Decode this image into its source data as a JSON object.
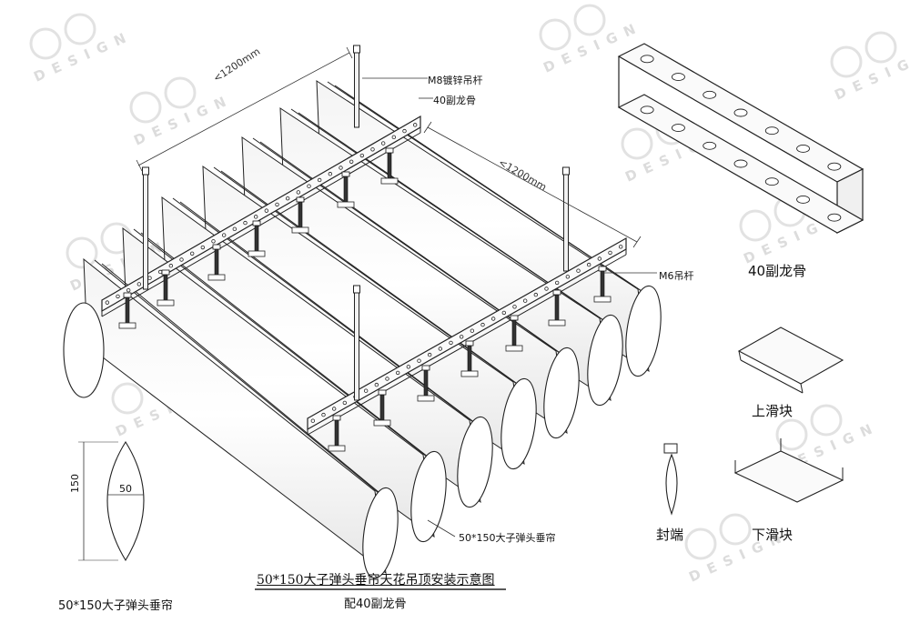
{
  "watermark": "DESIGN",
  "labels": {
    "rod_top": "M8镀锌吊杆",
    "keel_top": "40副龙骨",
    "rod_m6": "M6吊杆",
    "dim_1200_a": "<1200mm",
    "dim_1200_b": "<1200mm",
    "panel_callout": "50*150大子弹头垂帘"
  },
  "parts": {
    "keel": "40副龙骨",
    "upper_slider": "上滑块",
    "end_cap": "封端",
    "lower_slider": "下滑块"
  },
  "section": {
    "height": "150",
    "width": "50",
    "caption": "50*150大子弹头垂帘"
  },
  "caption": {
    "title": "50*150大子弹头垂帘天花吊顶安装示意图",
    "subtitle": "配40副龙骨"
  }
}
